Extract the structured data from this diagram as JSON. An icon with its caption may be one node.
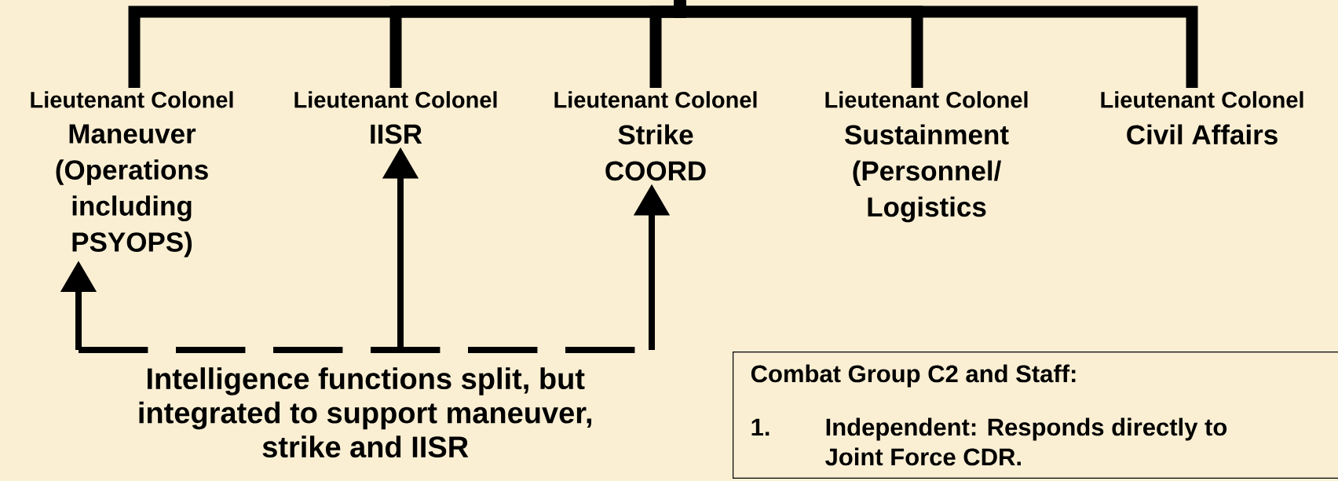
{
  "diagram": {
    "nodes": [
      {
        "text": [
          "Lieutenant Colonel",
          "Maneuver (Operations including PSYOPS)"
        ]
      },
      {
        "text": [
          "Lieutenant Colonel",
          "IISR"
        ]
      },
      {
        "text": [
          "Lieutenant Colonel",
          "Strike COORD"
        ]
      },
      {
        "text": [
          "Lieutenant Colonel",
          "Sustainment (Personnel/ Logistics"
        ]
      },
      {
        "text": [
          "Lieutenant Colonel",
          "Civil Affairs"
        ]
      },
      {
        "text": [
          "Intelligence functions split, but integrated to support maneuver, strike and IISR"
        ]
      },
      {
        "text": [
          "Combat Group C2 and Staff:",
          "1.",
          "Independent: Responds directly to Joint Force CDR."
        ]
      }
    ],
    "edges": [
      {
        "from": null,
        "to": 0,
        "arrow": "none"
      },
      {
        "from": null,
        "to": 1,
        "arrow": "none"
      },
      {
        "from": null,
        "to": 2,
        "arrow": "none"
      },
      {
        "from": null,
        "to": 3,
        "arrow": "none"
      },
      {
        "from": null,
        "to": 4,
        "arrow": "none"
      },
      {
        "from": 5,
        "to": 0,
        "arrow": "to",
        "style": "dashed"
      },
      {
        "from": 5,
        "to": 1,
        "arrow": "to"
      },
      {
        "from": 5,
        "to": 2,
        "arrow": "to",
        "style": "dashed"
      }
    ]
  }
}
